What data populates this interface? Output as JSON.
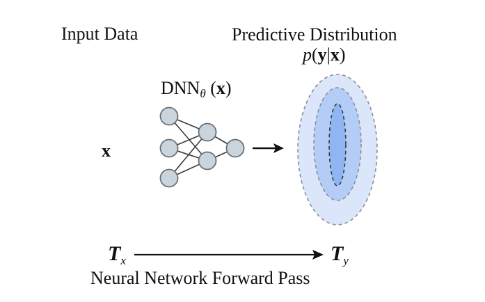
{
  "input_title": "Input Data",
  "predictive_title": "Predictive Distribution",
  "predictive_formula": {
    "p": "p",
    "open": "(",
    "y": "y",
    "bar": "|",
    "x": "x",
    "close": ")"
  },
  "dnn_label": {
    "name": "DNN",
    "subscript": "θ",
    "open": "(",
    "x": "x",
    "close": ")"
  },
  "input_variable": "x",
  "t_x": {
    "letter": "T",
    "subscript": "x"
  },
  "t_y": {
    "letter": "T",
    "subscript": "y"
  },
  "caption": "Neural Network Forward Pass",
  "colors": {
    "node_fill": "#c9d4dd",
    "node_stroke": "#6a7178",
    "edge": "#3a3a3a",
    "ellipse_outer": "#dbe6fb",
    "ellipse_middle": "#b3cdf6",
    "ellipse_inner": "#8fb6f2",
    "ellipse_dash": "#8a8f96"
  }
}
